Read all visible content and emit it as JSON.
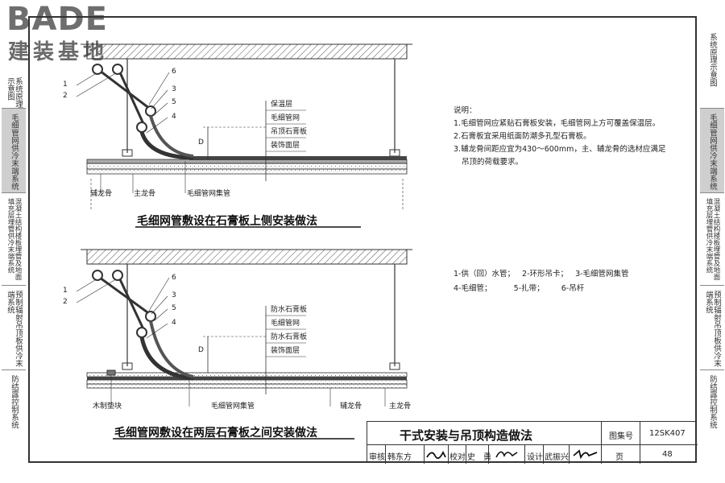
{
  "logo": {
    "brand": "BADE",
    "subtitle": "建装基地"
  },
  "left_nav": [
    {
      "label": "系统原理示意图",
      "active": false
    },
    {
      "label": "毛细管网供冷末端系统",
      "active": true
    },
    {
      "label": "混凝土结构楼板埋管及地面填充层埋管供冷末端系统",
      "active": false
    },
    {
      "label": "预制辐射吊顶板供冷末端系统",
      "active": false
    },
    {
      "label": "防结露控制系统",
      "active": false
    }
  ],
  "right_nav": [
    {
      "label": "系统原理示意图",
      "active": false
    },
    {
      "label": "毛细管网供冷末端系统",
      "active": true
    },
    {
      "label": "混凝土结构楼板埋管及地面填充层埋管供冷末端系统",
      "active": false
    },
    {
      "label": "预制辐射吊顶板供冷末端系统",
      "active": false
    },
    {
      "label": "防结露控制系统",
      "active": false
    }
  ],
  "diagram1": {
    "layers": [
      "保温层",
      "毛细管网",
      "吊顶石膏板",
      "装饰面层"
    ],
    "bottom_labels": [
      "辅龙骨",
      "主龙骨",
      "毛细管网集管"
    ],
    "numbers": [
      "1",
      "2",
      "3",
      "4",
      "5",
      "6"
    ],
    "dim": "D",
    "caption": "毛细网管敷设在石膏板上侧安装做法"
  },
  "diagram2": {
    "layers": [
      "防水石膏板",
      "毛细管网",
      "防水石膏板",
      "装饰面层"
    ],
    "bottom_labels": [
      "木制垫块",
      "毛细管网集管",
      "辅龙骨",
      "主龙骨"
    ],
    "numbers": [
      "1",
      "2",
      "3",
      "4",
      "5",
      "6"
    ],
    "dim": "D",
    "caption": "毛细管网敷设在两层石膏板之间安装做法"
  },
  "notes": {
    "heading": "说明：",
    "items": [
      "1.毛细管网应紧贴石膏板安装，毛细管网上方可覆盖保温层。",
      "2.石膏板宜采用纸面防潮多孔型石膏板。",
      "3.辅龙骨间距应宜为430～600mm，主、辅龙骨的选材应满足",
      "吊顶的荷载要求。"
    ]
  },
  "legend": {
    "line1": "1-供（回）水管；   2-环形吊卡；   3-毛细管网集管",
    "line2": "4-毛细管；         5-扎带；       6-吊杆"
  },
  "title_block": {
    "title": "干式安装与吊顶构造做法",
    "atlas_label": "图集号",
    "atlas_no": "12SK407",
    "review_label": "审核",
    "reviewer": "韩东方",
    "check_label": "校对",
    "checker": "史　勇",
    "design_label": "设计",
    "designer": "武振兴",
    "page_label": "页",
    "page_no": "48"
  }
}
